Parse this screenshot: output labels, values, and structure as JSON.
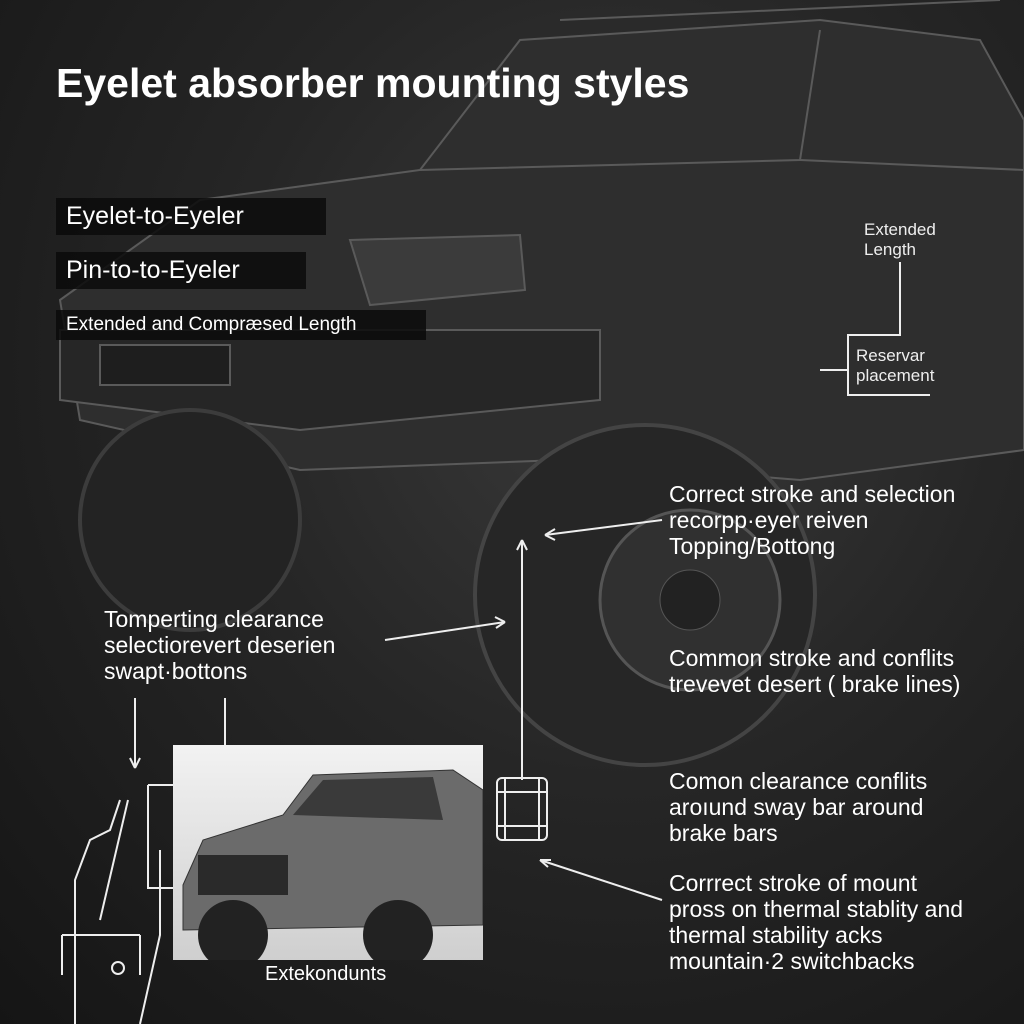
{
  "title": "Eyelet absorber mounting styles",
  "tags": [
    "Eyelet-to-Eyeler",
    "Pin-to-to-Eyeler",
    "Extended and Compræsed Length"
  ],
  "truck_labels": {
    "extended_length": "Extended Length",
    "reservoir": "Reservar placement"
  },
  "notes": {
    "left": "Tomperting clearance selectiorevert deserien swapt·bottons",
    "right1": "Correct stroke and selection recorpp·eyer reiven Topping/Bottong",
    "right2": "Common stroke and conflits trevevet desert ( brake lines)",
    "right3": "Comon clearance conflits aroıund sway bar around brake bars",
    "right4": "Corrrect stroke of mount pross on thermal stablity and thermal stability acks mountain·2 switchbacks"
  },
  "inset_caption": "Extekondunts"
}
